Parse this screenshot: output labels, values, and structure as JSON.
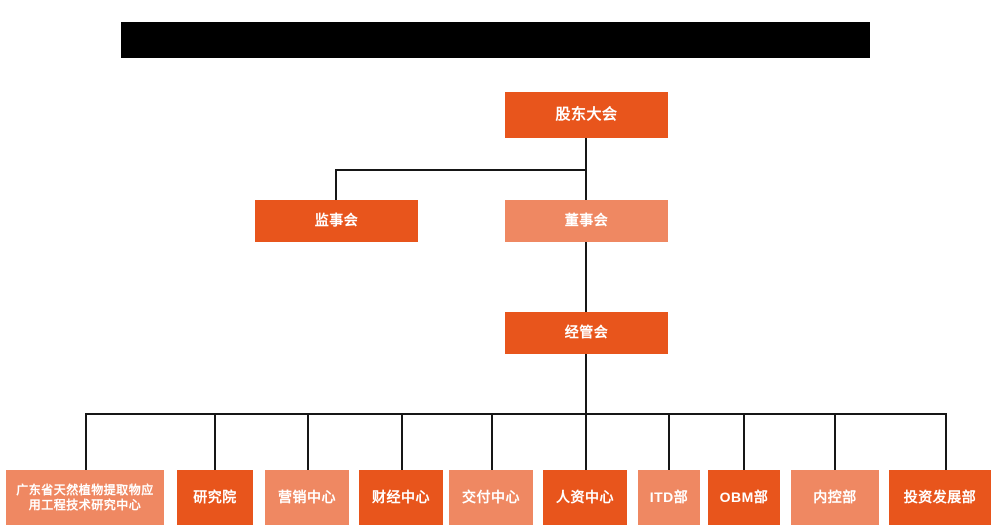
{
  "page": {
    "title_bar": {
      "name": "redacted-title-bar",
      "text": "",
      "color": "#000000"
    },
    "background": "#ffffff"
  },
  "palette": {
    "primary_orange": "#E8551C",
    "light_orange": "#EF8862",
    "line_color": "#161616",
    "text_color": "#ffffff"
  },
  "chart_data": {
    "type": "diagram",
    "diagram_type": "organization-chart",
    "title": "",
    "levels": [
      {
        "level": 1,
        "nodes": [
          {
            "id": "shareholders",
            "label": "股东大会",
            "color": "#E8551C",
            "style": "primary"
          }
        ]
      },
      {
        "level": 2,
        "nodes": [
          {
            "id": "supervisors",
            "label": "监事会",
            "color": "#E8551C",
            "style": "primary"
          },
          {
            "id": "directors",
            "label": "董事会",
            "color": "#EF8862",
            "style": "light"
          }
        ]
      },
      {
        "level": 3,
        "nodes": [
          {
            "id": "management",
            "label": "经管会",
            "color": "#E8551C",
            "style": "primary"
          }
        ]
      },
      {
        "level": 4,
        "nodes": [
          {
            "id": "research-center",
            "label": "广东省天然植物提取物应用工程技术研究中心",
            "label_line1": "广东省天然植物提取物应",
            "label_line2": "用工程技术研究中心",
            "color": "#EF8862",
            "style": "light"
          },
          {
            "id": "institute",
            "label": "研究院",
            "color": "#E8551C",
            "style": "primary"
          },
          {
            "id": "marketing-center",
            "label": "营销中心",
            "color": "#EF8862",
            "style": "light"
          },
          {
            "id": "finance-center",
            "label": "财经中心",
            "color": "#E8551C",
            "style": "primary"
          },
          {
            "id": "delivery-center",
            "label": "交付中心",
            "color": "#EF8862",
            "style": "light"
          },
          {
            "id": "hr-center",
            "label": "人资中心",
            "color": "#E8551C",
            "style": "primary"
          },
          {
            "id": "itd-dept",
            "label": "ITD部",
            "color": "#EF8862",
            "style": "light"
          },
          {
            "id": "obm-dept",
            "label": "OBM部",
            "color": "#E8551C",
            "style": "primary"
          },
          {
            "id": "internal-control-dept",
            "label": "内控部",
            "color": "#EF8862",
            "style": "light"
          },
          {
            "id": "investment-dev-dept",
            "label": "投资发展部",
            "color": "#E8551C",
            "style": "primary"
          }
        ]
      }
    ],
    "edges": [
      {
        "from": "shareholders",
        "to": "supervisors"
      },
      {
        "from": "shareholders",
        "to": "directors"
      },
      {
        "from": "directors",
        "to": "management"
      },
      {
        "from": "management",
        "to": "research-center"
      },
      {
        "from": "management",
        "to": "institute"
      },
      {
        "from": "management",
        "to": "marketing-center"
      },
      {
        "from": "management",
        "to": "finance-center"
      },
      {
        "from": "management",
        "to": "delivery-center"
      },
      {
        "from": "management",
        "to": "hr-center"
      },
      {
        "from": "management",
        "to": "itd-dept"
      },
      {
        "from": "management",
        "to": "obm-dept"
      },
      {
        "from": "management",
        "to": "internal-control-dept"
      },
      {
        "from": "management",
        "to": "investment-dev-dept"
      }
    ]
  }
}
